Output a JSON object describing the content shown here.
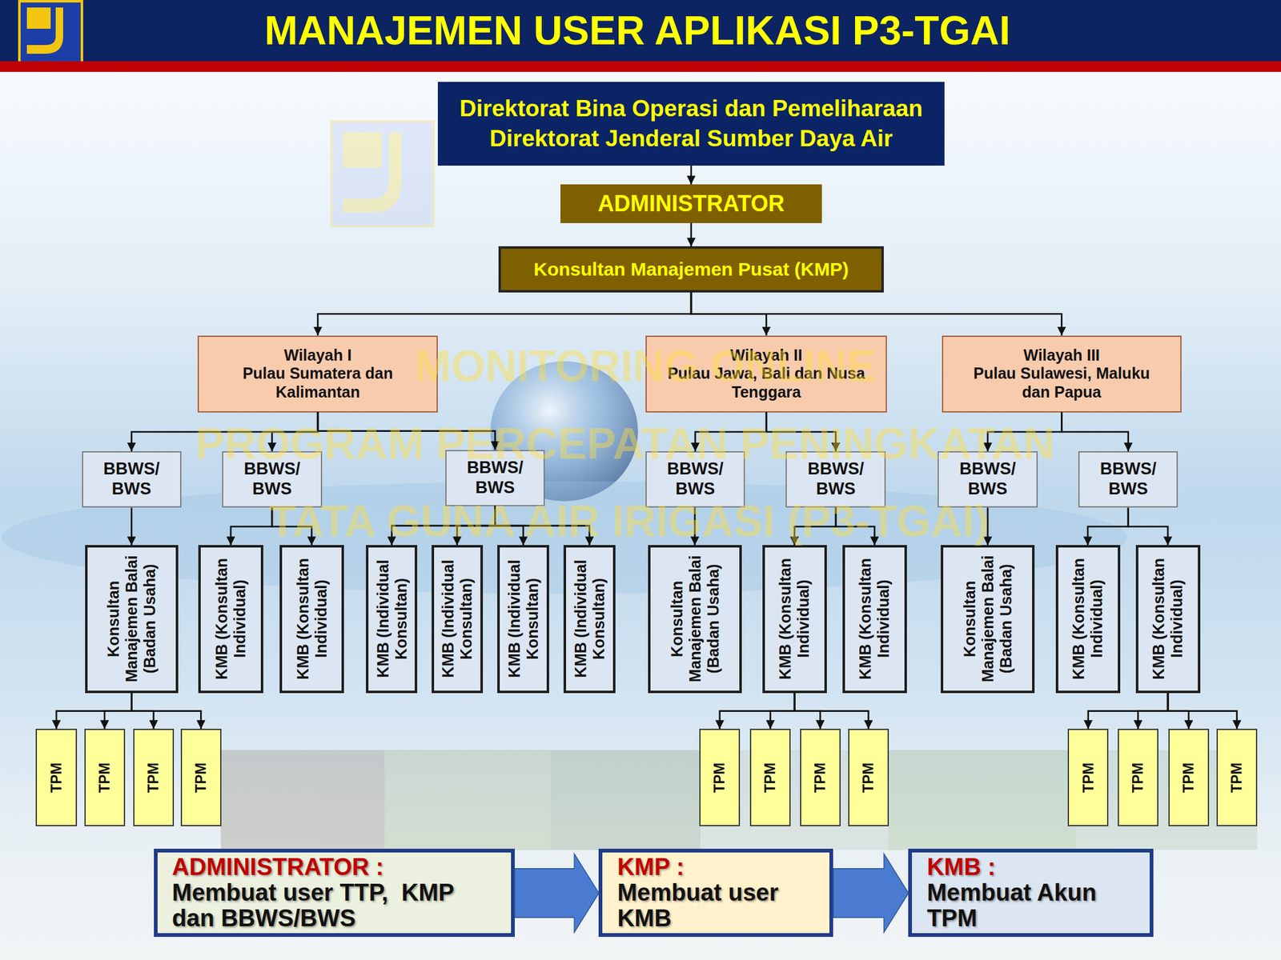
{
  "diagram": {
    "title": "MANAJEMEN USER APLIKASI P3-TGAI",
    "nodes": [
      {
        "text": [
          "Direktorat Bina Operasi dan Pemeliharaan Direktorat Jenderal Sumber Daya Air"
        ]
      },
      {
        "text": [
          "ADMINISTRATOR"
        ]
      },
      {
        "text": [
          "Konsultan Manajemen Pusat (KMP)"
        ]
      },
      {
        "text": [
          "Wilayah I",
          "Pulau Sumatera dan Kalimantan"
        ]
      },
      {
        "text": [
          "Wilayah II",
          "Pulau Jawa, Bali dan Nusa Tenggara"
        ]
      },
      {
        "text": [
          "Wilayah III",
          "Pulau Sulawesi, Maluku dan Papua"
        ]
      },
      {
        "text": [
          "BBWS/ BWS"
        ]
      },
      {
        "text": [
          "BBWS/ BWS"
        ]
      },
      {
        "text": [
          "BBWS/ BWS"
        ]
      },
      {
        "text": [
          "BBWS/ BWS"
        ]
      },
      {
        "text": [
          "BBWS/ BWS"
        ]
      },
      {
        "text": [
          "BBWS/ BWS"
        ]
      },
      {
        "text": [
          "BBWS/ BWS"
        ]
      },
      {
        "text": [
          "Konsultan Manajemen Balai (Badan Usaha)"
        ]
      },
      {
        "text": [
          "KMB (Konsultan Individual)"
        ]
      },
      {
        "text": [
          "KMB (Konsultan Individual)"
        ]
      },
      {
        "text": [
          "KMB (Individual Konsultan)"
        ]
      },
      {
        "text": [
          "KMB (Individual Konsultan)"
        ]
      },
      {
        "text": [
          "KMB (Individual Konsultan)"
        ]
      },
      {
        "text": [
          "KMB (Individual Konsultan)"
        ]
      },
      {
        "text": [
          "Konsultan Manajemen Balai (Badan Usaha)"
        ]
      },
      {
        "text": [
          "KMB (Konsultan Individual)"
        ]
      },
      {
        "text": [
          "KMB (Konsultan Individual)"
        ]
      },
      {
        "text": [
          "Konsultan Manajemen Balai (Badan Usaha)"
        ]
      },
      {
        "text": [
          "KMB (Konsultan Individual)"
        ]
      },
      {
        "text": [
          "KMB (Konsultan Individual)"
        ]
      },
      {
        "text": [
          "TPM"
        ]
      },
      {
        "text": [
          "TPM"
        ]
      },
      {
        "text": [
          "TPM"
        ]
      },
      {
        "text": [
          "TPM"
        ]
      },
      {
        "text": [
          "TPM"
        ]
      },
      {
        "text": [
          "TPM"
        ]
      },
      {
        "text": [
          "TPM"
        ]
      },
      {
        "text": [
          "TPM"
        ]
      },
      {
        "text": [
          "TPM"
        ]
      },
      {
        "text": [
          "TPM"
        ]
      },
      {
        "text": [
          "TPM"
        ]
      },
      {
        "text": [
          "TPM"
        ]
      },
      {
        "text": [
          "ADMINISTRATOR :",
          "Membuat user TTP,  KMP dan BBWS/BWS"
        ]
      },
      {
        "text": [
          "KMP :",
          "Membuat user KMB"
        ]
      },
      {
        "text": [
          "KMB :",
          "Membuat Akun TPM"
        ]
      }
    ],
    "edges": [
      {
        "from": 0,
        "to": 1,
        "arrow": "to"
      },
      {
        "from": 1,
        "to": 2,
        "arrow": "to"
      },
      {
        "from": 2,
        "to": 3,
        "arrow": "to"
      },
      {
        "from": 2,
        "to": 4,
        "arrow": "to"
      },
      {
        "from": 2,
        "to": 5,
        "arrow": "to"
      },
      {
        "from": 3,
        "to": 6,
        "arrow": "to"
      },
      {
        "from": 3,
        "to": 7,
        "arrow": "to"
      },
      {
        "from": 3,
        "to": 8,
        "arrow": "to"
      },
      {
        "from": 4,
        "to": 9,
        "arrow": "to"
      },
      {
        "from": 4,
        "to": 10,
        "arrow": "to"
      },
      {
        "from": 5,
        "to": 11,
        "arrow": "to"
      },
      {
        "from": 5,
        "to": 12,
        "arrow": "to"
      },
      {
        "from": 6,
        "to": 13,
        "arrow": "to"
      },
      {
        "from": 7,
        "to": 14,
        "arrow": "to"
      },
      {
        "from": 7,
        "to": 15,
        "arrow": "to"
      },
      {
        "from": 8,
        "to": 16,
        "arrow": "to"
      },
      {
        "from": 8,
        "to": 17,
        "arrow": "to"
      },
      {
        "from": 8,
        "to": 18,
        "arrow": "to"
      },
      {
        "from": 8,
        "to": 19,
        "arrow": "to"
      },
      {
        "from": 9,
        "to": 20,
        "arrow": "to"
      },
      {
        "from": 10,
        "to": 21,
        "arrow": "to"
      },
      {
        "from": 10,
        "to": 22,
        "arrow": "to"
      },
      {
        "from": 11,
        "to": 23,
        "arrow": "to"
      },
      {
        "from": 12,
        "to": 24,
        "arrow": "to"
      },
      {
        "from": 12,
        "to": 25,
        "arrow": "to"
      },
      {
        "from": 13,
        "to": 26,
        "arrow": "to"
      },
      {
        "from": 13,
        "to": 27,
        "arrow": "to"
      },
      {
        "from": 13,
        "to": 28,
        "arrow": "to"
      },
      {
        "from": 13,
        "to": 29,
        "arrow": "to"
      },
      {
        "from": 21,
        "to": 30,
        "arrow": "to"
      },
      {
        "from": 21,
        "to": 31,
        "arrow": "to"
      },
      {
        "from": 21,
        "to": 32,
        "arrow": "to"
      },
      {
        "from": 21,
        "to": 33,
        "arrow": "to"
      },
      {
        "from": 25,
        "to": 34,
        "arrow": "to"
      },
      {
        "from": 25,
        "to": 35,
        "arrow": "to"
      },
      {
        "from": 25,
        "to": 36,
        "arrow": "to"
      },
      {
        "from": 25,
        "to": 37,
        "arrow": "to"
      },
      {
        "from": 38,
        "to": 39,
        "arrow": "to"
      },
      {
        "from": 39,
        "to": 40,
        "arrow": "to"
      }
    ],
    "labels": [
      "MONITORING ONLINE",
      "PROGRAM PERCEPATAN PENINGKATAN",
      "TATA GUNA AIR IRIGASI (P3-TGAI)"
    ]
  }
}
